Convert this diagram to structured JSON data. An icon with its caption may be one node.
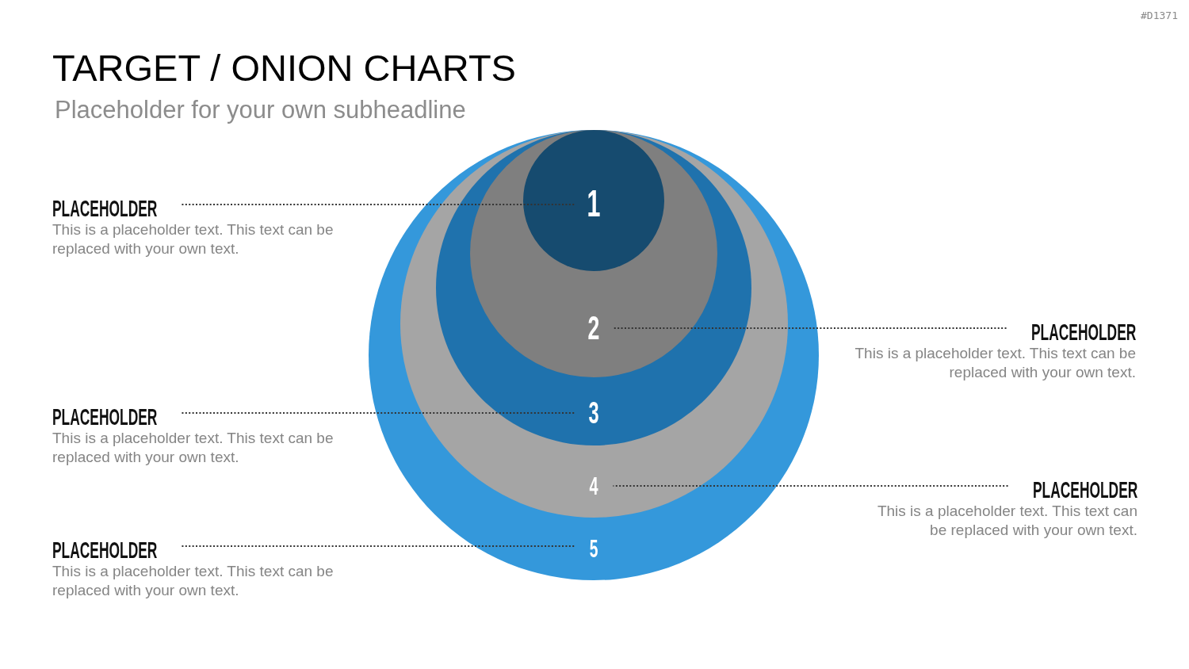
{
  "diagram": {
    "title": "TARGET / ONION CHARTS",
    "nodes": [
      {
        "text": [
          "5"
        ]
      },
      {
        "text": [
          "4"
        ],
        "in": 0
      },
      {
        "text": [
          "3"
        ],
        "in": 1
      },
      {
        "text": [
          "2"
        ],
        "in": 2
      },
      {
        "text": [
          "1"
        ],
        "in": 3
      },
      {
        "text": [
          "PLACEHOLDER",
          "This is a placeholder text. This text can be replaced with your own text."
        ]
      },
      {
        "text": [
          "PLACEHOLDER",
          "This is a placeholder text. This text can be replaced with your own text."
        ]
      },
      {
        "text": [
          "PLACEHOLDER",
          "This is a placeholder text. This text can be replaced with your own text."
        ]
      },
      {
        "text": [
          "PLACEHOLDER",
          "This is a placeholder text. This text can be replaced with your own text."
        ]
      },
      {
        "text": [
          "PLACEHOLDER",
          "This is a placeholder text. This text can be replaced with your own text."
        ]
      }
    ],
    "edges": [
      {
        "from": 5,
        "to": 4,
        "arrow": "none",
        "style": "dashed"
      },
      {
        "from": 6,
        "to": 3,
        "arrow": "none",
        "style": "dashed"
      },
      {
        "from": 7,
        "to": 2,
        "arrow": "none",
        "style": "dashed"
      },
      {
        "from": 8,
        "to": 1,
        "arrow": "none",
        "style": "dashed"
      },
      {
        "from": 9,
        "to": 0,
        "arrow": "none",
        "style": "dashed"
      }
    ],
    "labels": [
      "#D1371",
      "Placeholder for your own subheadline"
    ]
  }
}
